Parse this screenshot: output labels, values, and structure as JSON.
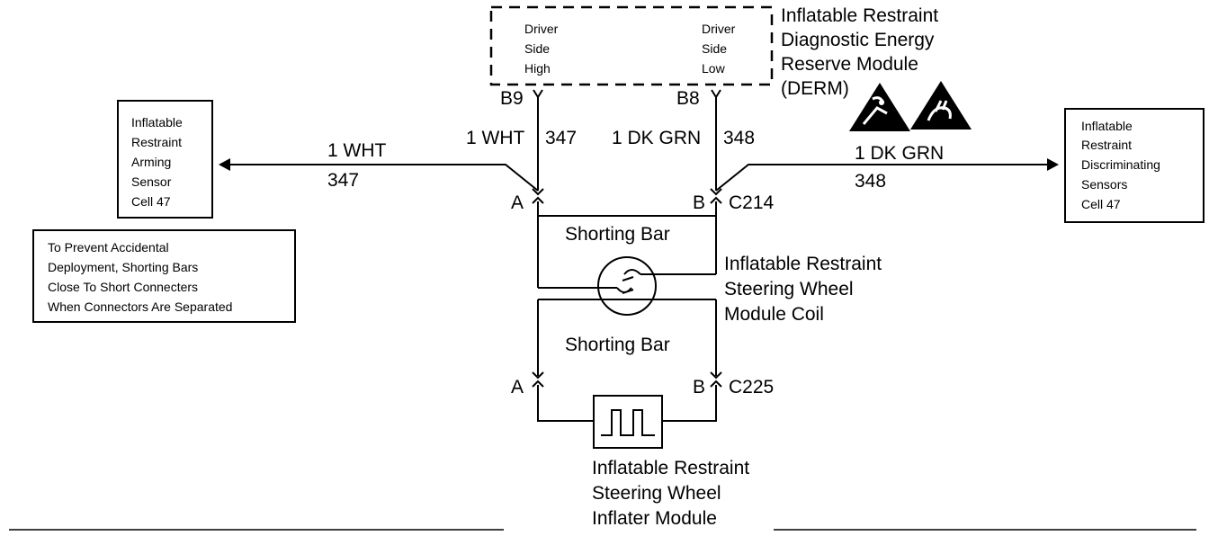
{
  "derm": {
    "label_lines": [
      "Inflatable Restraint",
      "Diagnostic Energy",
      "Reserve Module",
      "(DERM)"
    ],
    "left_pin_lines": [
      "Driver",
      "Side",
      "High"
    ],
    "right_pin_lines": [
      "Driver",
      "Side",
      "Low"
    ],
    "pin_left": "B9",
    "pin_right": "B8",
    "esd_icon_count": 2
  },
  "arming_sensor": {
    "lines": [
      "Inflatable",
      "Restraint",
      "Arming",
      "Sensor",
      "Cell 47"
    ]
  },
  "discriminating_sensors": {
    "lines": [
      "Inflatable",
      "Restraint",
      "Discriminating",
      "Sensors",
      "Cell 47"
    ]
  },
  "note": {
    "lines": [
      "To Prevent Accidental",
      "Deployment, Shorting Bars",
      "Close To Short Connecters",
      "When Connectors Are Separated"
    ]
  },
  "wires": {
    "left_horizontal_color": "1 WHT",
    "left_horizontal_circuit": "347",
    "left_vertical_color": "1 WHT",
    "left_vertical_circuit": "347",
    "right_vertical_color": "1 DK GRN",
    "right_vertical_circuit": "348",
    "right_horizontal_color": "1 DK GRN",
    "right_horizontal_circuit": "348"
  },
  "connectors": {
    "upper": {
      "pin_a": "A",
      "pin_b": "B",
      "id": "C214"
    },
    "lower": {
      "pin_a": "A",
      "pin_b": "B",
      "id": "C225"
    }
  },
  "shorting_bar_upper": "Shorting Bar",
  "shorting_bar_lower": "Shorting Bar",
  "coil": {
    "lines": [
      "Inflatable Restraint",
      "Steering Wheel",
      "Module Coil"
    ]
  },
  "inflater": {
    "lines": [
      "Inflatable Restraint",
      "Steering Wheel",
      "Inflater Module"
    ]
  }
}
